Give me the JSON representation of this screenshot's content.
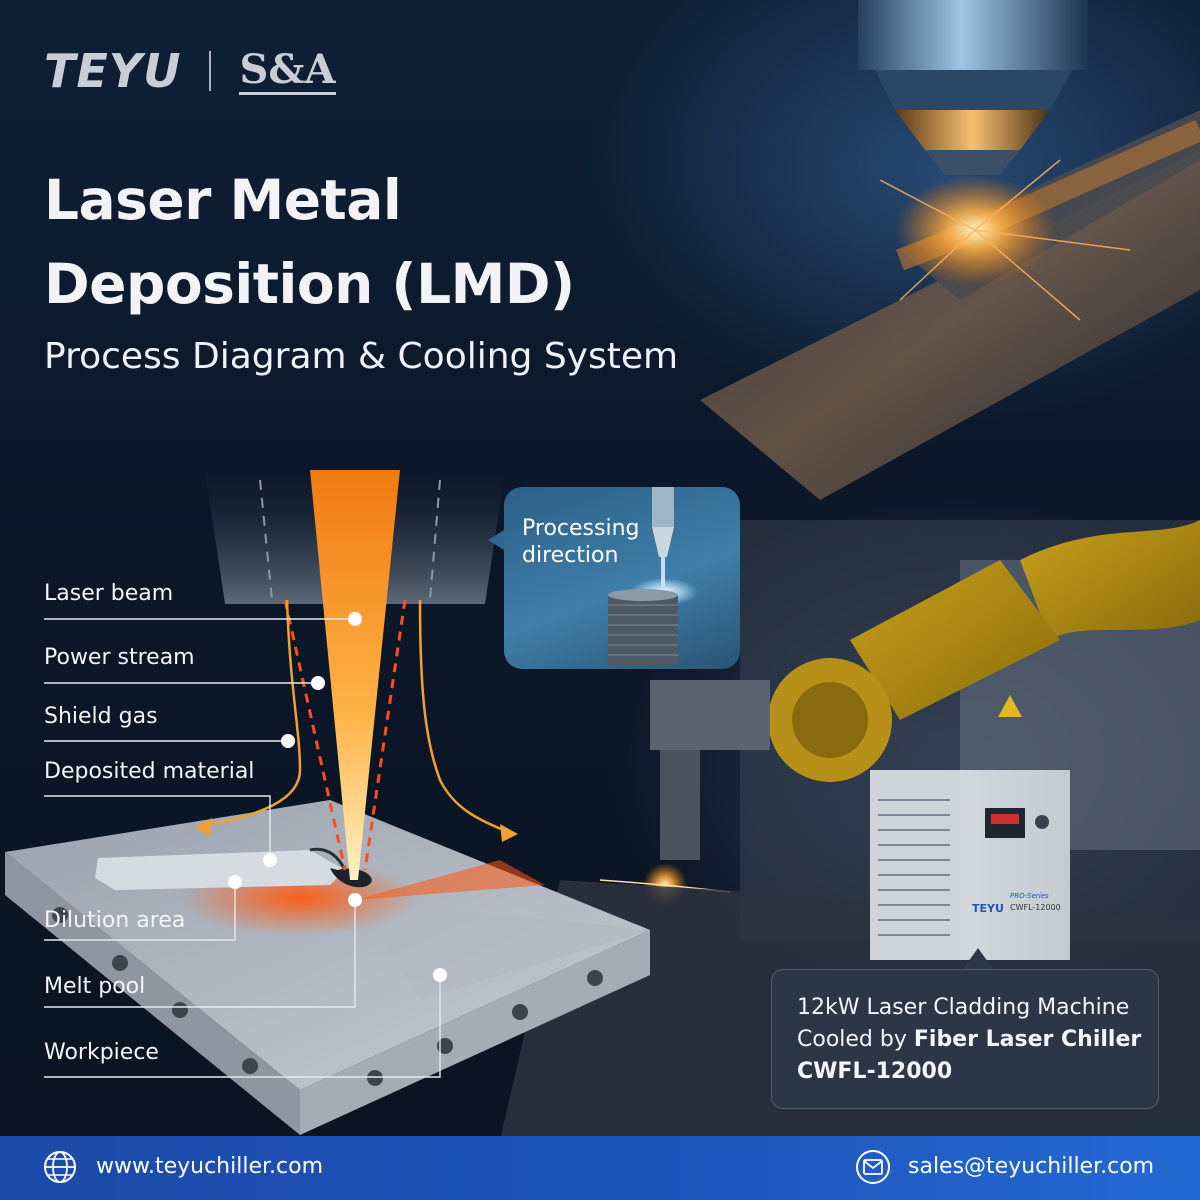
{
  "brand": {
    "logo_primary": "TEYU",
    "logo_secondary": "S&A"
  },
  "title": {
    "line1": "Laser Metal",
    "line2": "Deposition (LMD)",
    "subtitle": "Process Diagram & Cooling System"
  },
  "diagram": {
    "labels": {
      "laser_beam": "Laser beam",
      "power_stream": "Power stream",
      "shield_gas": "Shield gas",
      "deposited_material": "Deposited material",
      "dilution_area": "Dilution area",
      "melt_pool": "Melt pool",
      "workpiece": "Workpiece"
    }
  },
  "callout": {
    "line1": "Processing",
    "line2": "direction"
  },
  "machine_info": {
    "line1": "12kW Laser Cladding Machine",
    "line2_prefix": "Cooled by ",
    "line2_bold": "Fiber Laser Chiller",
    "line3": "CWFL-12000"
  },
  "chiller_panel": {
    "brand": "TEYU",
    "series": "PRO-Series",
    "model": "CWFL-12000"
  },
  "footer": {
    "website": "www.teyuchiller.com",
    "email": "sales@teyuchiller.com"
  },
  "colors": {
    "accent_orange": "#f08a1a",
    "footer_blue": "#1e56bd",
    "background": "#0b1626"
  }
}
